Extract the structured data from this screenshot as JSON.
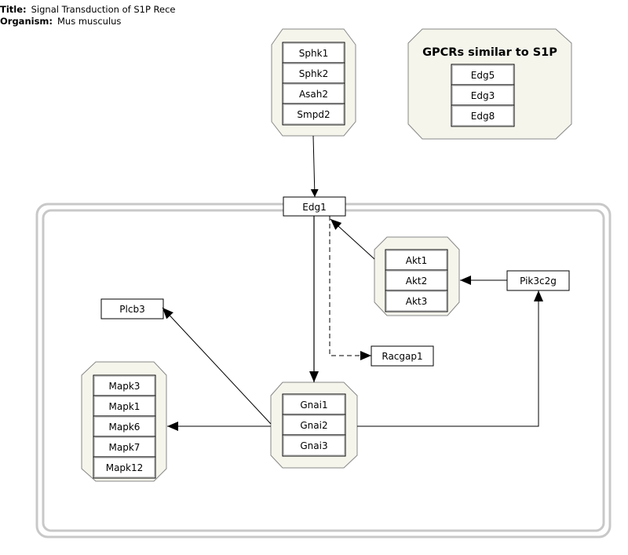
{
  "header": {
    "title_label": "Title:",
    "title": "Signal Transduction of S1P Rece",
    "organism_label": "Organism:",
    "organism": "Mus musculus"
  },
  "groups": {
    "sphingosine": [
      "Sphk1",
      "Sphk2",
      "Asah2",
      "Smpd2"
    ],
    "gpcr_title": "GPCRs similar to S1P",
    "gpcr": [
      "Edg5",
      "Edg3",
      "Edg8"
    ],
    "akt": [
      "Akt1",
      "Akt2",
      "Akt3"
    ],
    "gnai": [
      "Gnai1",
      "Gnai2",
      "Gnai3"
    ],
    "mapk": [
      "Mapk3",
      "Mapk1",
      "Mapk6",
      "Mapk7",
      "Mapk12"
    ]
  },
  "nodes": {
    "edg1": "Edg1",
    "pik3c2g": "Pik3c2g",
    "plcb3": "Plcb3",
    "racgap1": "Racgap1"
  },
  "colors": {
    "group_fill": "#f5f5ec",
    "group_stroke": "#888888",
    "cell_border": "#cccccc",
    "line": "#000000"
  }
}
